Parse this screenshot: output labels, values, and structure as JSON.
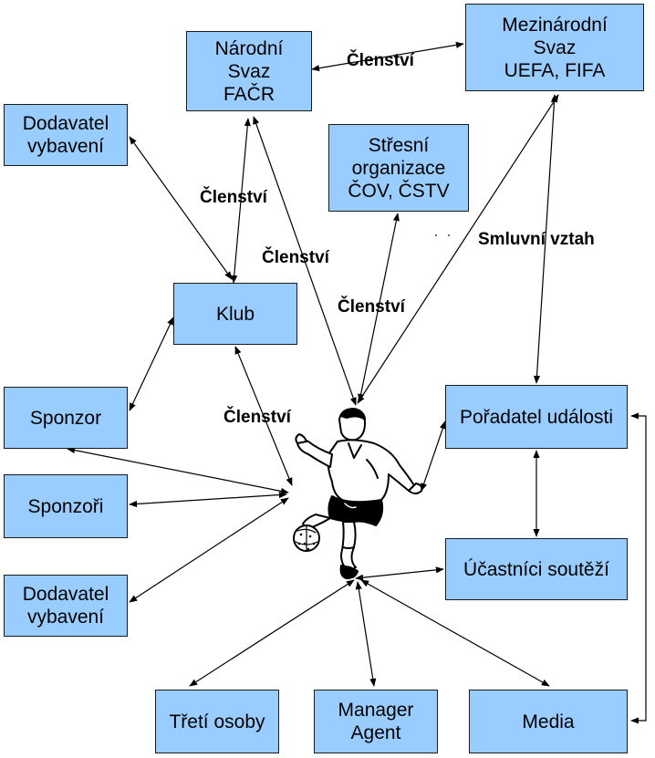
{
  "nodes": {
    "narodni_svaz": [
      "Národní",
      "Svaz",
      "FAČR"
    ],
    "mezinarodni_svaz": [
      "Mezinárodní",
      "Svaz",
      "UEFA, FIFA"
    ],
    "dodavatel_top": [
      "Dodavatel",
      "vybavení"
    ],
    "stresni_organizace": [
      "Střesní",
      "organizace",
      "ČOV, ČSTV"
    ],
    "klub": [
      "Klub"
    ],
    "sponzor": [
      "Sponzor"
    ],
    "sponzori": [
      "Sponzoři"
    ],
    "dodavatel_bottom": [
      "Dodavatel",
      "vybavení"
    ],
    "poradatel": [
      "Pořadatel události"
    ],
    "ucastnici": [
      "Účastníci soutěží"
    ],
    "treti_osoby": [
      "Třetí osoby"
    ],
    "manager_agent": [
      "Manager",
      "Agent"
    ],
    "media": [
      "Media"
    ]
  },
  "edge_labels": {
    "clenstvi_top": "Členství",
    "clenstvi_left": "Členství",
    "clenstvi_mid": "Členství",
    "clenstvi_center": "Členství",
    "clenstvi_club": "Členství",
    "smluvni_vztah": "Smluvní vztah"
  },
  "colors": {
    "box_fill": "#99ccff",
    "box_border": "#1a1a1a",
    "edge": "#000000"
  },
  "icons": {
    "player": "footballer-kicking-ball"
  }
}
